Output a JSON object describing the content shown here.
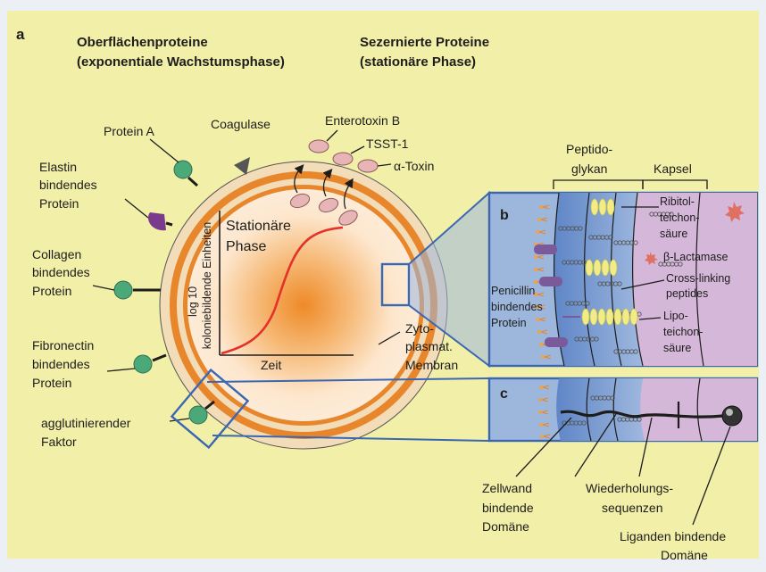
{
  "panel_letters": {
    "a": "a",
    "b": "b",
    "c": "c"
  },
  "headers": {
    "surface_line1": "Oberflächenproteine",
    "surface_line2": "(exponentiale Wachstumsphase)",
    "secreted_line1": "Sezernierte Proteine",
    "secreted_line2": "(stationäre Phase)"
  },
  "surface_proteins": {
    "protein_a": "Protein A",
    "coagulase": "Coagulase",
    "elastin": [
      "Elastin",
      "bindendes",
      "Protein"
    ],
    "collagen": [
      "Collagen",
      "bindendes",
      "Protein"
    ],
    "fibronectin": [
      "Fibronectin",
      "bindendes",
      "Protein"
    ],
    "agglutinating": [
      "agglutinierender",
      "Faktor"
    ]
  },
  "secreted_proteins": {
    "enterotoxin_b": "Enterotoxin B",
    "tsst1": "TSST-1",
    "alpha_toxin": "α-Toxin"
  },
  "growth_plot": {
    "phase_line1": "Stationäre",
    "phase_line2": "Phase",
    "ylabel_line1": "log 10",
    "ylabel_line2": "koloniebildende Einheiten",
    "xlabel": "Zeit"
  },
  "membrane_label": [
    "Zyto-",
    "plasmat.",
    "Membran"
  ],
  "cell_wall": {
    "peptidoglycan": [
      "Peptido-",
      "glykan"
    ],
    "capsule": "Kapsel",
    "ribitol": [
      "Ribitol-",
      "teichon-",
      "säure"
    ],
    "beta_lactamase": "β-Lactamase",
    "pbp": [
      "Penicillin",
      "bindendes",
      "Protein"
    ],
    "crosslinking": [
      "Cross-linking",
      "peptides"
    ],
    "lipoteichoic": [
      "Lipo-",
      "teichon-",
      "säure"
    ]
  },
  "domain_labels": {
    "cell_wall_binding": [
      "Zellwand",
      "bindende",
      "Domäne"
    ],
    "repeats": [
      "Wiederholungs-",
      "sequenzen"
    ],
    "ligand_binding": [
      "Liganden bindende",
      "Domäne"
    ]
  },
  "colors": {
    "background": "#f2efa8",
    "cell_orange": "#e8862b",
    "cell_cream": "#f3dcb8",
    "panel_blue": "#3a67b1",
    "panel_fill": "#9db6dc",
    "capsule_purple": "#d5b7d9",
    "surface_green": "#4aa879",
    "growth_curve": "#e4322b",
    "toxin_pink": "#e7b5b5"
  }
}
